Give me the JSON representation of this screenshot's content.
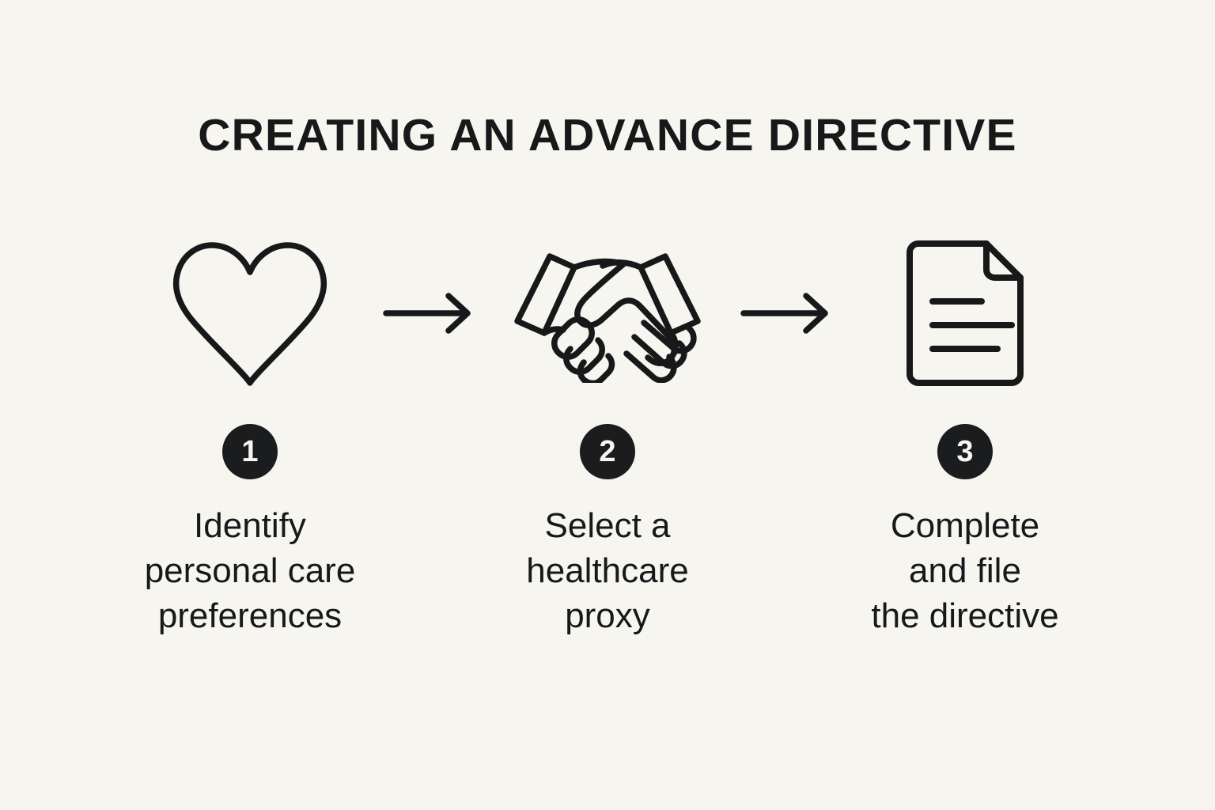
{
  "page": {
    "title": "CREATING AN ADVANCE DIRECTIVE",
    "background_color": "#f7f5f0",
    "ink_color": "#17181a",
    "badge_color": "#1b1c1e",
    "badge_text_color": "#f7f5f0"
  },
  "steps": [
    {
      "number": "1",
      "icon": "heart-icon",
      "caption_lines": [
        "Identify",
        "personal care",
        "preferences"
      ]
    },
    {
      "number": "2",
      "icon": "handshake-icon",
      "caption_lines": [
        "Select a",
        "healthcare",
        "proxy"
      ]
    },
    {
      "number": "3",
      "icon": "document-icon",
      "caption_lines": [
        "Complete",
        "and file",
        "the directive"
      ]
    }
  ],
  "connectors": [
    {
      "icon": "arrow-right-icon"
    },
    {
      "icon": "arrow-right-icon"
    }
  ]
}
